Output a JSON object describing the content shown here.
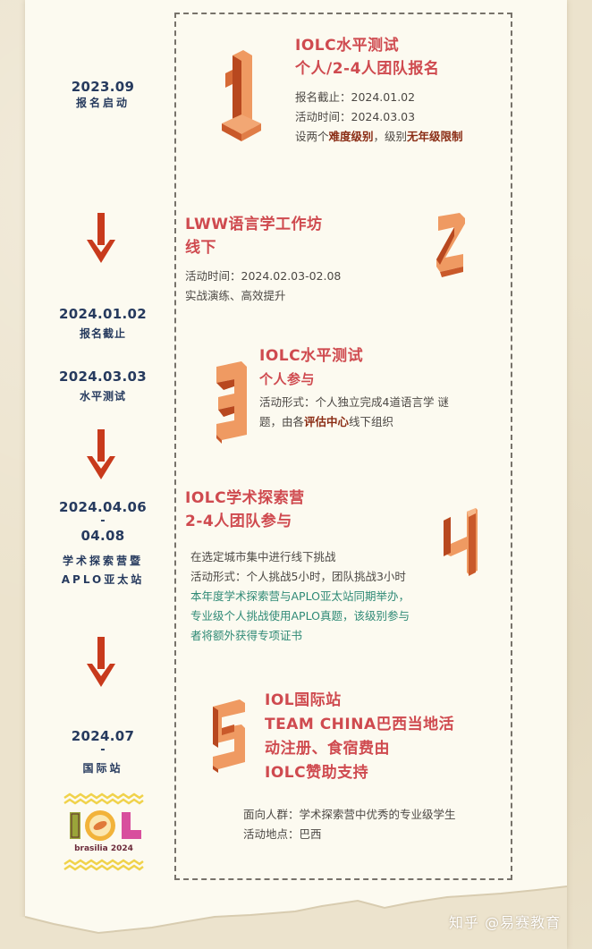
{
  "colors": {
    "title_red": "#cf4a4f",
    "timeline_navy": "#263a5e",
    "arrow_red": "#c83a1c",
    "highlight_brown": "#8a2c14",
    "teal_text": "#2f8a76",
    "block_orange": "#ec8a4f",
    "paper": "#fcfaf0"
  },
  "timeline": [
    {
      "date": "2023.09",
      "label": "报名启动"
    },
    {
      "date": "2024.01.02",
      "label": "报名截止"
    },
    {
      "date": "2024.03.03",
      "label": "水平测试"
    },
    {
      "date": "2024.04.06",
      "dash": "-",
      "date2": "04.08",
      "label": "学术探索营暨",
      "label2": "APLO亚太站"
    },
    {
      "date": "2024.07",
      "dash": "-",
      "label": "国际站"
    }
  ],
  "logo": {
    "caption": "brasilia 2024",
    "icon": "iol-brasilia-logo"
  },
  "steps": [
    {
      "number": "1",
      "title": "IOLC水平测试",
      "subtitle": "个人/2-4人团队报名",
      "lines": [
        "报名截止：2024.01.02",
        "活动时间：2024.03.03"
      ],
      "rich": {
        "p1": "设两个",
        "h1": "难度级别",
        "p2": "，级别",
        "h2": "无年级限制"
      }
    },
    {
      "number": "2",
      "title": "LWW语言学工作坊",
      "subtitle": "线下",
      "lines": [
        "活动时间：2024.02.03-02.08",
        "实战演练、高效提升"
      ]
    },
    {
      "number": "3",
      "title": "IOLC水平测试",
      "subtitle": "个人参与",
      "lines": [
        "活动形式：个人独立完成4道语言学 谜"
      ],
      "rich": {
        "p1": "题，由各",
        "h1": "评估中心",
        "p2": "线下组织"
      }
    },
    {
      "number": "4",
      "title": "IOLC学术探索营",
      "subtitle": "2-4人团队参与",
      "lines": [
        "在选定城市集中进行线下挑战",
        "活动形式：个人挑战5小时，团队挑战3小时"
      ],
      "teal_lines": [
        "本年度学术探索营与APLO亚太站同期举办，",
        "专业级个人挑战使用APLO真题，该级别参与",
        "者将额外获得专项证书"
      ]
    },
    {
      "number": "5",
      "title_lines": [
        "IOL国际站",
        "TEAM CHINA巴西当地活",
        "动注册、食宿费由",
        "IOLC赞助支持"
      ],
      "lines": [
        "面向人群：学术探索营中优秀的专业级学生",
        "活动地点：巴西"
      ]
    }
  ],
  "watermark": "知乎 @易赛教育"
}
